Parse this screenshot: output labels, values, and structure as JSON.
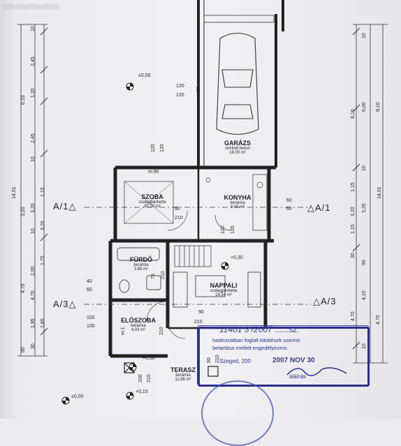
{
  "watermark": "Globaldigitalingatlanok",
  "labels": {
    "elevation_top": "±0,00",
    "a1_left": "A/1",
    "a1_right": "A/1",
    "a3_left": "A/3",
    "a3_right": "A/3",
    "elev_nappali": "+0,30",
    "elev_terasz": "+0,30",
    "elev_bottom": "+0,15",
    "elev_bottom_right": "±0,00"
  },
  "rooms": {
    "garazs": {
      "name": "GARÁZS",
      "finish": "simított beton",
      "area": "18,00 m²"
    },
    "szoba": {
      "name": "SZOBA",
      "finish": "szalagparketta",
      "area": "10,20 m²"
    },
    "konyha": {
      "name": "KONYHA",
      "finish": "kerámia",
      "area": "9,00 m²"
    },
    "furdo": {
      "name": "FÜRDŐ",
      "finish": "kerámia",
      "area": "3,86 m²"
    },
    "nappali": {
      "name": "NAPPALI",
      "finish": "szalagparketta",
      "area": "16,54 m²"
    },
    "eloszoba": {
      "name": "ELŐSZOBA",
      "finish": "kerámia",
      "area": "4,03 m²"
    },
    "terasz": {
      "name": "TERASZ",
      "finish": "kerámia",
      "area": "11,66 m²"
    }
  },
  "openings": {
    "g1a": "120",
    "g1b": "120",
    "g1c": "m:90",
    "g2a": "120",
    "g2b": "120",
    "s_m90": "m:90",
    "s_door_a": "90",
    "s_door_b": "210",
    "k_a": "120",
    "k_b": "120",
    "k_w_a": "60",
    "k_w_b": "60",
    "f_a": "40",
    "f_b": "60",
    "f_c": "75",
    "f_d": "210",
    "e_a": "155",
    "e_b": "100",
    "n_a": "90",
    "n_b": "210",
    "e_c": "m:1",
    "e_d": "210",
    "t_a": "100",
    "t_b": "210",
    "t_c": "90",
    "t_d": "210"
  },
  "dims_left": {
    "outer_total": "14,01",
    "col1": [
      "10",
      "2,45",
      "1,20",
      "2,45",
      "10",
      "3,20",
      "10",
      "2,00",
      "4,70",
      "1,95",
      "30"
    ],
    "col2": [
      "6,19",
      "3,20",
      "4,70",
      "80"
    ],
    "col3": [
      "1,15",
      "3,20",
      "1,75",
      "1,85"
    ]
  },
  "dims_right": {
    "outer_total": "14,01",
    "col1": [
      "10",
      "8,10",
      "6,00",
      "10",
      "1,15",
      "3,20",
      "1,15",
      "30",
      "4,70",
      "10"
    ],
    "col2": [
      "8,10",
      "3,20",
      "4,10",
      "4,70",
      "90"
    ]
  },
  "stamp": {
    "line1": "11401 3 /2007 ......sz.",
    "line2": "határozatban foglalt kikötések szerinti",
    "line3": "betartása mellett engedélyezem.",
    "line4": "Szeged, 200",
    "date": "2007 NOV 30",
    "sign": "aláírás"
  }
}
